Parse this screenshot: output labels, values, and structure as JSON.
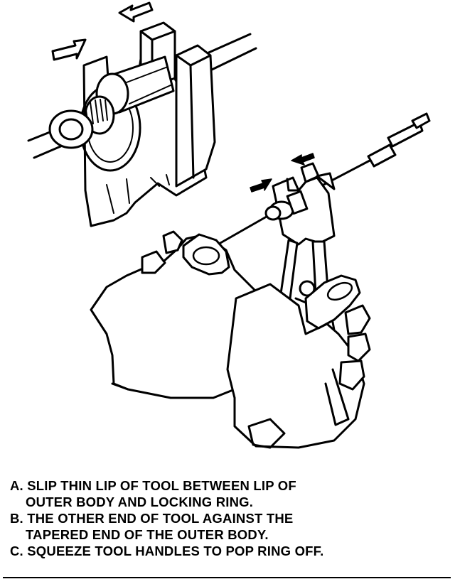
{
  "instructions": [
    {
      "letter": "A.",
      "line1": "SLIP THIN LIP OF TOOL BETWEEN LIP OF",
      "line2": "OUTER BODY AND LOCKING RING."
    },
    {
      "letter": "B.",
      "line1": "THE OTHER END OF TOOL AGAINST THE",
      "line2": "TAPERED END OF THE OUTER BODY."
    },
    {
      "letter": "C.",
      "line1": "SQUEEZE TOOL HANDLES TO POP RING OFF.",
      "line2": ""
    }
  ],
  "colors": {
    "ink": "#000000",
    "paper": "#ffffff"
  }
}
